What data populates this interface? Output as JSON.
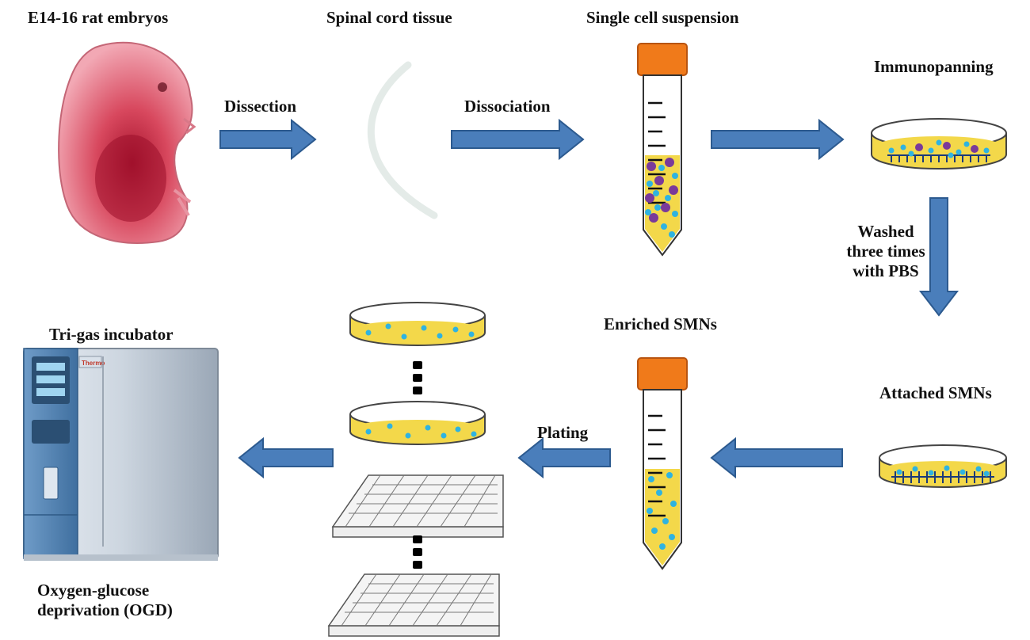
{
  "labels": {
    "embryo": "E14-16 rat embryos",
    "spinal_cord": "Spinal cord tissue",
    "suspension": "Single cell suspension",
    "immunopanning": "Immunopanning",
    "washed_line1": "Washed",
    "washed_line2": "three times",
    "washed_line3": "with PBS",
    "attached": "Attached  SMNs",
    "enriched": "Enriched  SMNs",
    "incubator": "Tri-gas incubator",
    "ogd_line1": "Oxygen-glucose",
    "ogd_line2": "deprivation (OGD)"
  },
  "steps": {
    "dissection": "Dissection",
    "dissociation": "Dissociation",
    "plating": "Plating"
  },
  "incubator_brand": "Thermo",
  "colors": {
    "arrow_fill": "#4a7ebb",
    "arrow_stroke": "#2c5a8f",
    "medium": "#f3d84a",
    "cell_blue": "#2fb3e0",
    "cell_purple": "#7a3a9a",
    "tube_cap": "#f07a1a"
  }
}
